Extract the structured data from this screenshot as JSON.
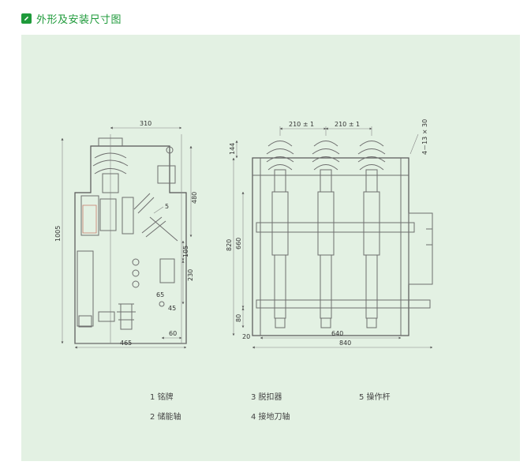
{
  "header": {
    "title": "外形及安装尺寸图",
    "icon": "pencil-icon",
    "accent_color": "#1e9a3a"
  },
  "panel": {
    "background": "#e3f1e3"
  },
  "side_view": {
    "dim_310": "310",
    "dim_480": "480",
    "dim_1005": "1005",
    "dim_105": "105",
    "dim_230": "230",
    "dim_65": "65",
    "dim_45": "45",
    "dim_60": "60",
    "dim_465": "465",
    "callout_5": "5"
  },
  "front_view": {
    "dim_210_a": "210 ± 1",
    "dim_210_b": "210 ± 1",
    "dim_holes": "4－13 × 30",
    "dim_144": "144",
    "dim_820": "820",
    "dim_660": "660",
    "dim_80": "80",
    "dim_20": "20",
    "dim_640": "640",
    "dim_840": "840"
  },
  "legend": [
    {
      "label": "1 铭牌"
    },
    {
      "label": "2 储能轴"
    },
    {
      "label": "3 脱扣器"
    },
    {
      "label": "4 接地刀轴"
    },
    {
      "label": "5 操作杆"
    }
  ]
}
